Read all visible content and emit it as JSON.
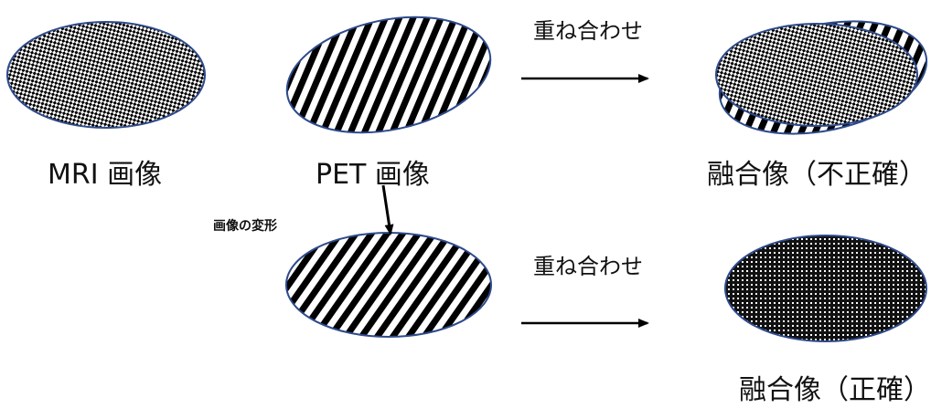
{
  "labels": {
    "mri_image": "MRI 画像",
    "pet_image": "PET 画像",
    "fusion_inaccurate": "融合像（不正確）",
    "fusion_accurate": "融合像（正確）",
    "transform": "画像の変形",
    "overlay_top": "重ね合わせ",
    "overlay_bottom": "重ね合わせ"
  },
  "colors": {
    "ellipse_outline": "#2e4a8c",
    "pattern_dark": "#000000",
    "pattern_light": "#ffffff"
  }
}
